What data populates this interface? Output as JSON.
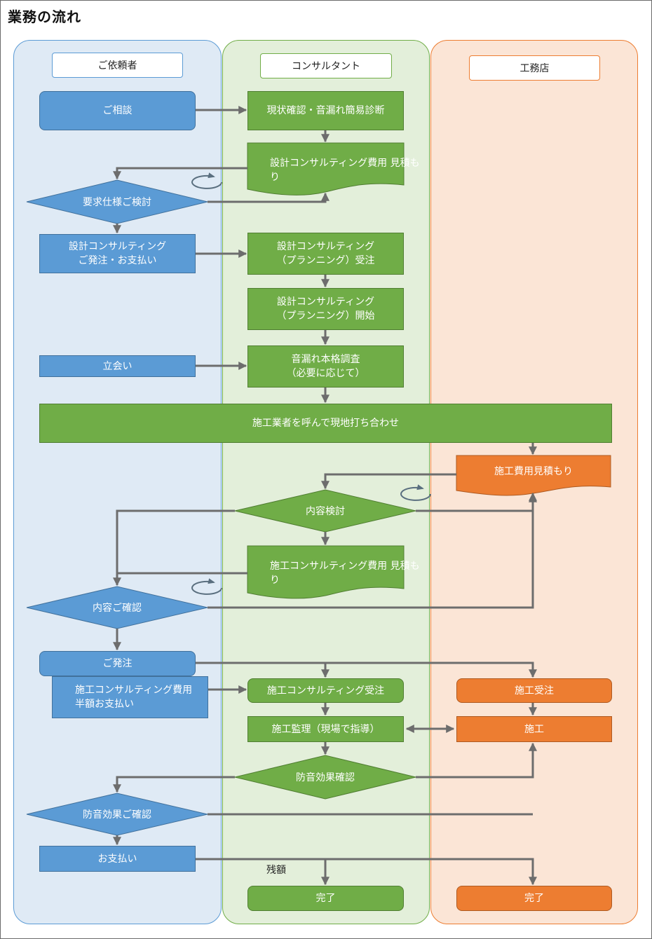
{
  "title": "業務の流れ",
  "lanes": {
    "client": "ご依頼者",
    "consultant": "コンサルタント",
    "builder": "工務店"
  },
  "steps": {
    "c_consult": "ご相談",
    "s_survey": "現状確認・音漏れ簡易診断",
    "s_quote_design": "設計コンサルティング費用\n見積もり",
    "c_review_req": "要求仕様ご検討",
    "c_order_design": "設計コンサルティング\nご発注・お支払い",
    "s_accept_design": "設計コンサルティング\n（プランニング）受注",
    "s_start_design": "設計コンサルティング\n（プランニング）開始",
    "c_attend": "立会い",
    "s_full_survey": "音漏れ本格調査\n（必要に応じて）",
    "meeting": "施工業者を呼んで現地打ち合わせ",
    "b_quote": "施工費用見積もり",
    "s_review": "内容検討",
    "s_quote_construct": "施工コンサルティング費用\n見積もり",
    "c_confirm": "内容ご確認",
    "c_order": "ご発注",
    "c_pay_half": "施工コンサルティング費用\n半額お支払い",
    "s_accept_construct": "施工コンサルティング受注",
    "b_accept": "施工受注",
    "s_supervise": "施工監理（現場で指導）",
    "b_construct": "施工",
    "s_check_effect": "防音効果確認",
    "c_check_effect": "防音効果ご確認",
    "c_pay": "お支払い",
    "remaining": "残額",
    "s_done": "完了",
    "b_done": "完了"
  },
  "colors": {
    "client": "#5b9bd5",
    "consultant": "#70ad47",
    "builder": "#ed7d31",
    "arrow": "#6d6d6d"
  }
}
